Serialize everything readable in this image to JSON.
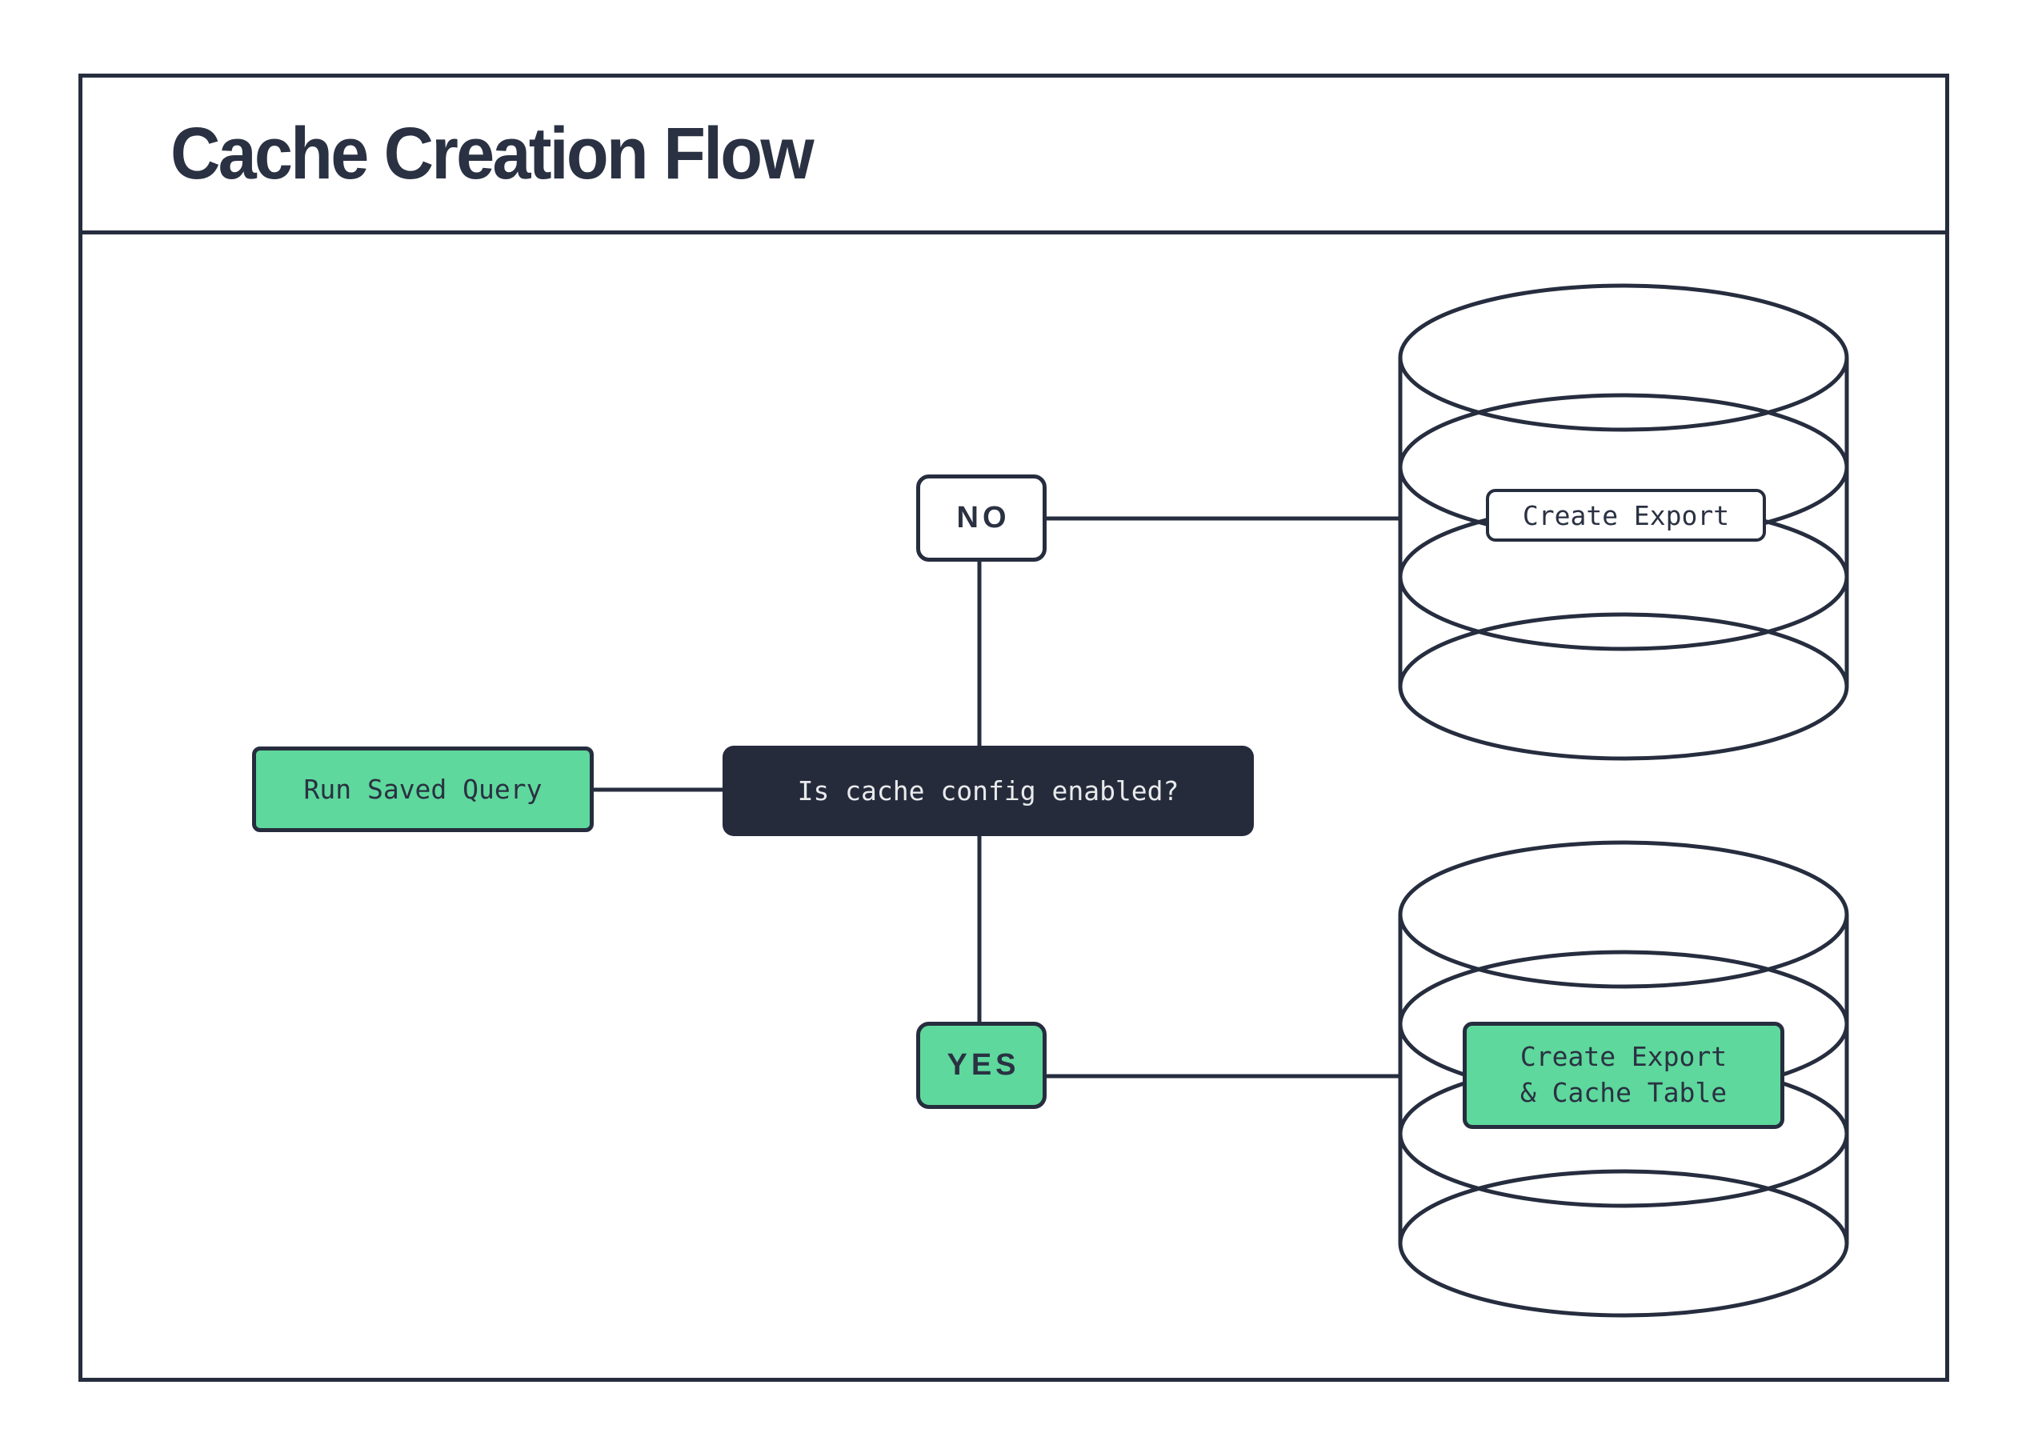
{
  "title": "Cache Creation Flow",
  "diagram": {
    "start_node": "Run Saved Query",
    "decision_node": "Is cache config enabled?",
    "no_branch": {
      "label": "NO",
      "outcome": "Create Export",
      "target_icon": "database-icon"
    },
    "yes_branch": {
      "label": "YES",
      "outcome_line1": "Create Export",
      "outcome_line2": "& Cache Table",
      "target_icon": "database-icon"
    }
  },
  "colors": {
    "ink": "#262d3e",
    "dark_node_bg": "#252b3b",
    "dark_node_text": "#e9eaec",
    "green": "#5ed89c",
    "text_dark": "#2a3142",
    "background": "#ffffff"
  }
}
